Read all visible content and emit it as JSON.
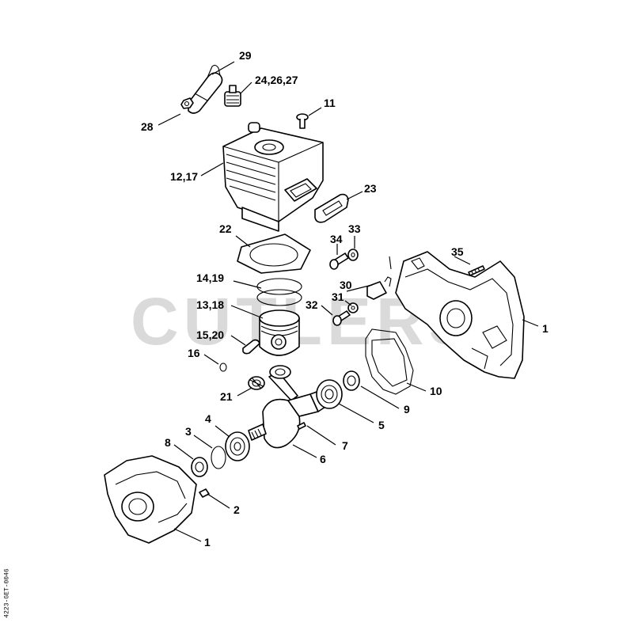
{
  "diagram": {
    "watermark_text": "CUTLERS",
    "side_code": "4223-GET-0046",
    "callouts": [
      {
        "id": "29",
        "text": "29"
      },
      {
        "id": "24-26-27",
        "text": "24,26,27"
      },
      {
        "id": "11",
        "text": "11"
      },
      {
        "id": "28",
        "text": "28"
      },
      {
        "id": "12-17",
        "text": "12,17"
      },
      {
        "id": "23",
        "text": "23"
      },
      {
        "id": "22",
        "text": "22"
      },
      {
        "id": "34",
        "text": "34"
      },
      {
        "id": "33",
        "text": "33"
      },
      {
        "id": "35",
        "text": "35"
      },
      {
        "id": "14-19",
        "text": "14,19"
      },
      {
        "id": "30",
        "text": "30"
      },
      {
        "id": "31",
        "text": "31"
      },
      {
        "id": "13-18",
        "text": "13,18"
      },
      {
        "id": "32",
        "text": "32"
      },
      {
        "id": "1a",
        "text": "1"
      },
      {
        "id": "15-20",
        "text": "15,20"
      },
      {
        "id": "16",
        "text": "16"
      },
      {
        "id": "10",
        "text": "10"
      },
      {
        "id": "21",
        "text": "21"
      },
      {
        "id": "9",
        "text": "9"
      },
      {
        "id": "4",
        "text": "4"
      },
      {
        "id": "5",
        "text": "5"
      },
      {
        "id": "3",
        "text": "3"
      },
      {
        "id": "8",
        "text": "8"
      },
      {
        "id": "7",
        "text": "7"
      },
      {
        "id": "6",
        "text": "6"
      },
      {
        "id": "2",
        "text": "2"
      },
      {
        "id": "1b",
        "text": "1"
      }
    ]
  }
}
